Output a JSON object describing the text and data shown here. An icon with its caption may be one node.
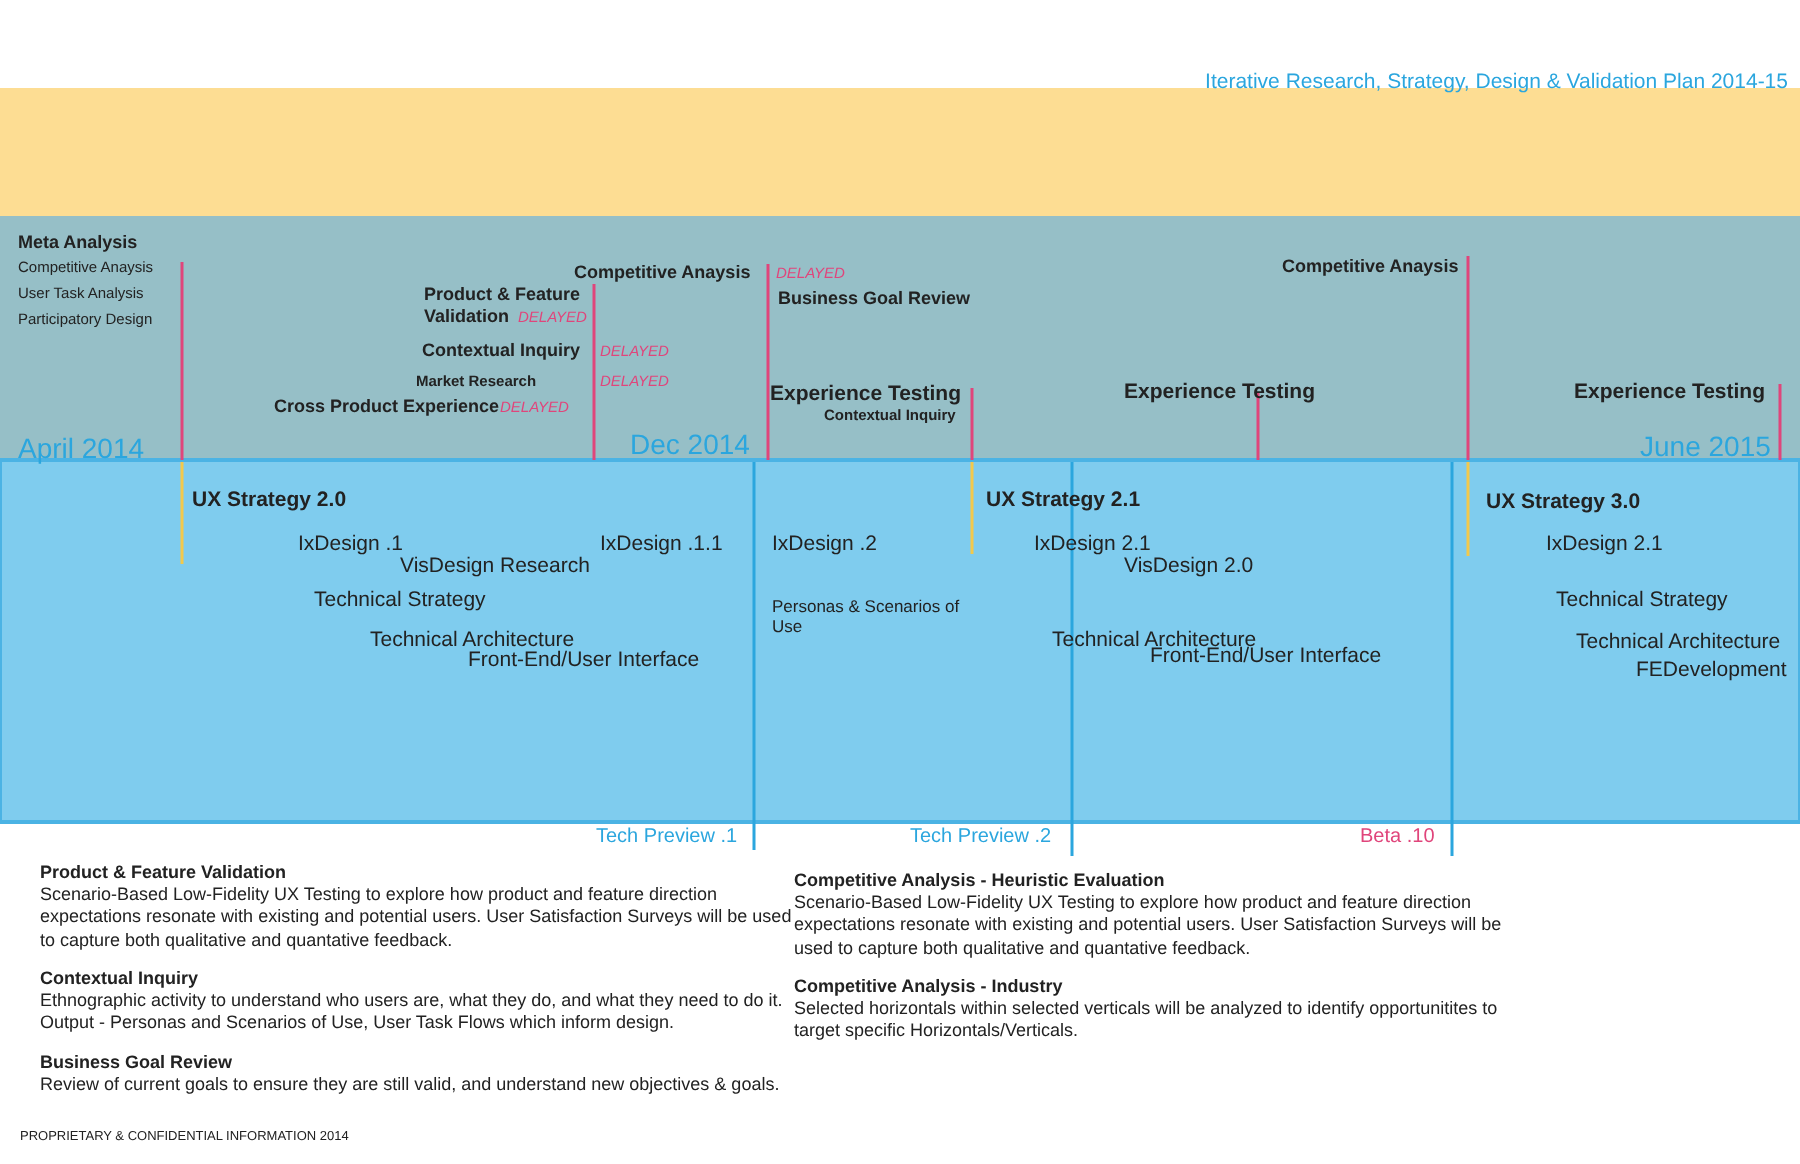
{
  "diagram": {
    "title": "Iterative Research, Strategy, Design & Validation Plan 2014-15",
    "caption": "PROPRIETARY & CONFIDENTIAL INFORMATION 2014",
    "labels": [
      "Meta Analysis",
      "Competitive Anaysis",
      "User Task Analysis",
      "Participatory Design",
      "Competitive Anaysis",
      "DELAYED",
      "Product & Feature Validation",
      "DELAYED",
      "Business Goal Review",
      "Contextual Inquiry",
      "DELAYED",
      "Market Research",
      "DELAYED",
      "Cross Product Experience",
      "DELAYED",
      "Competitive Anaysis",
      "Experience Testing",
      "Contextual Inquiry",
      "Experience Testing",
      "Experience Testing",
      "April 2014",
      "Dec 2014",
      "June 2015",
      "UX Strategy 2.0",
      "IxDesign .1",
      "IxDesign .1.1",
      "VisDesign Research",
      "Technical Strategy",
      "Technical Architecture",
      "Front-End/User Interface",
      "IxDesign .2",
      "Personas & Scenarios of Use",
      "UX Strategy 2.1",
      "IxDesign 2.1",
      "VisDesign 2.0",
      "Technical Architecture",
      "Front-End/User Interface",
      "UX Strategy 3.0",
      "IxDesign 2.1",
      "Technical Strategy",
      "Technical Architecture",
      "FEDevelopment",
      "Tech Preview .1",
      "Tech Preview .2",
      "Beta .10",
      "Product & Feature Validation",
      "Scenario-Based Low-Fidelity UX Testing to explore how product and feature direction expectations resonate with existing and potential users. User Satisfaction Surveys will be used to capture both qualitative and quantative feedback.",
      "Contextual Inquiry",
      "Ethnographic activity to understand who users are, what they do, and what they need to do it. Output - Personas and Scenarios of Use, User Task Flows which inform design.",
      "Business Goal Review",
      "Review of current goals to ensure they are still valid, and understand new objectives & goals.",
      "Competitive Analysis - Heuristic Evaluation",
      "Scenario-Based Low-Fidelity UX Testing to explore how product and feature direction expectations resonate with existing and potential users. User Satisfaction Surveys will be used to capture both qualitative and quantative feedback.",
      "Competitive Analysis - Industry",
      "Selected horizontals within selected verticals will be analyzed to identify opportunitites to target specific Horizontals/Verticals."
    ]
  }
}
